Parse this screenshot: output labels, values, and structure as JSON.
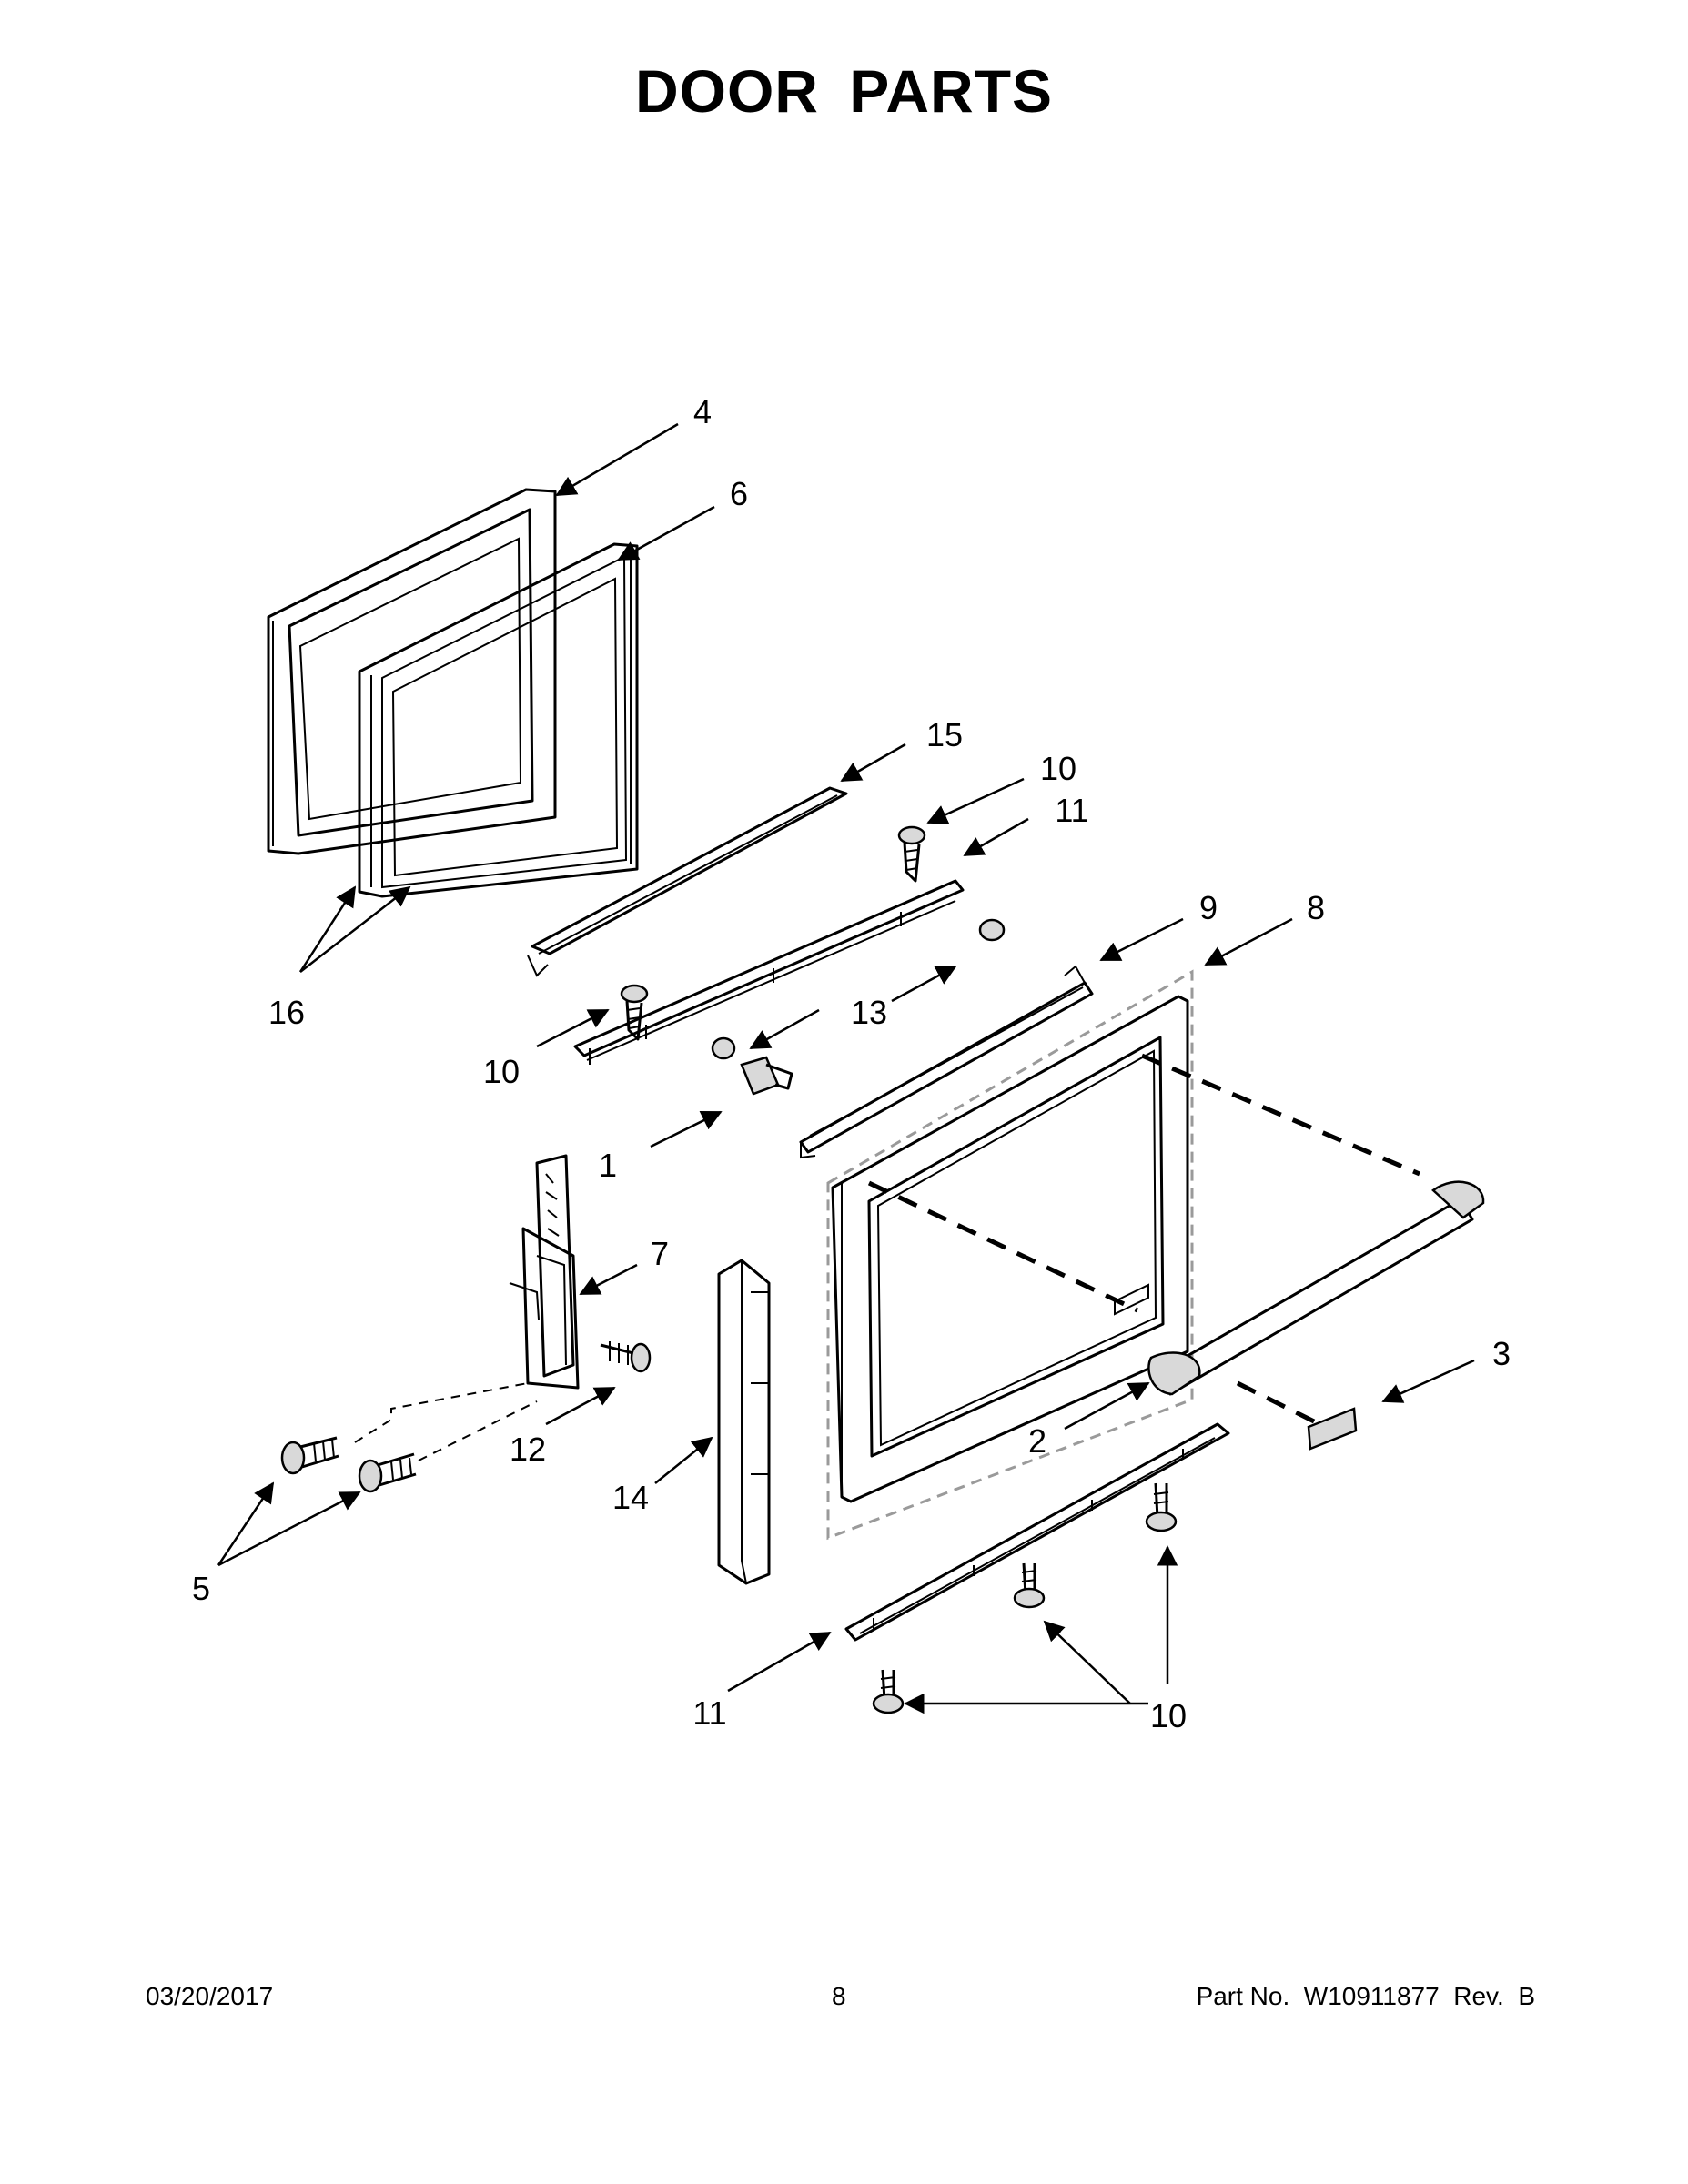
{
  "title": "DOOR PARTS",
  "callouts": [
    "1",
    "2",
    "3",
    "4",
    "5",
    "6",
    "7",
    "8",
    "9",
    "10",
    "10",
    "10",
    "11",
    "11",
    "12",
    "13",
    "14",
    "15",
    "16"
  ],
  "footer": {
    "date": "03/20/2017",
    "page": "8",
    "part_no": "Part No.  W10911877  Rev.  B"
  }
}
